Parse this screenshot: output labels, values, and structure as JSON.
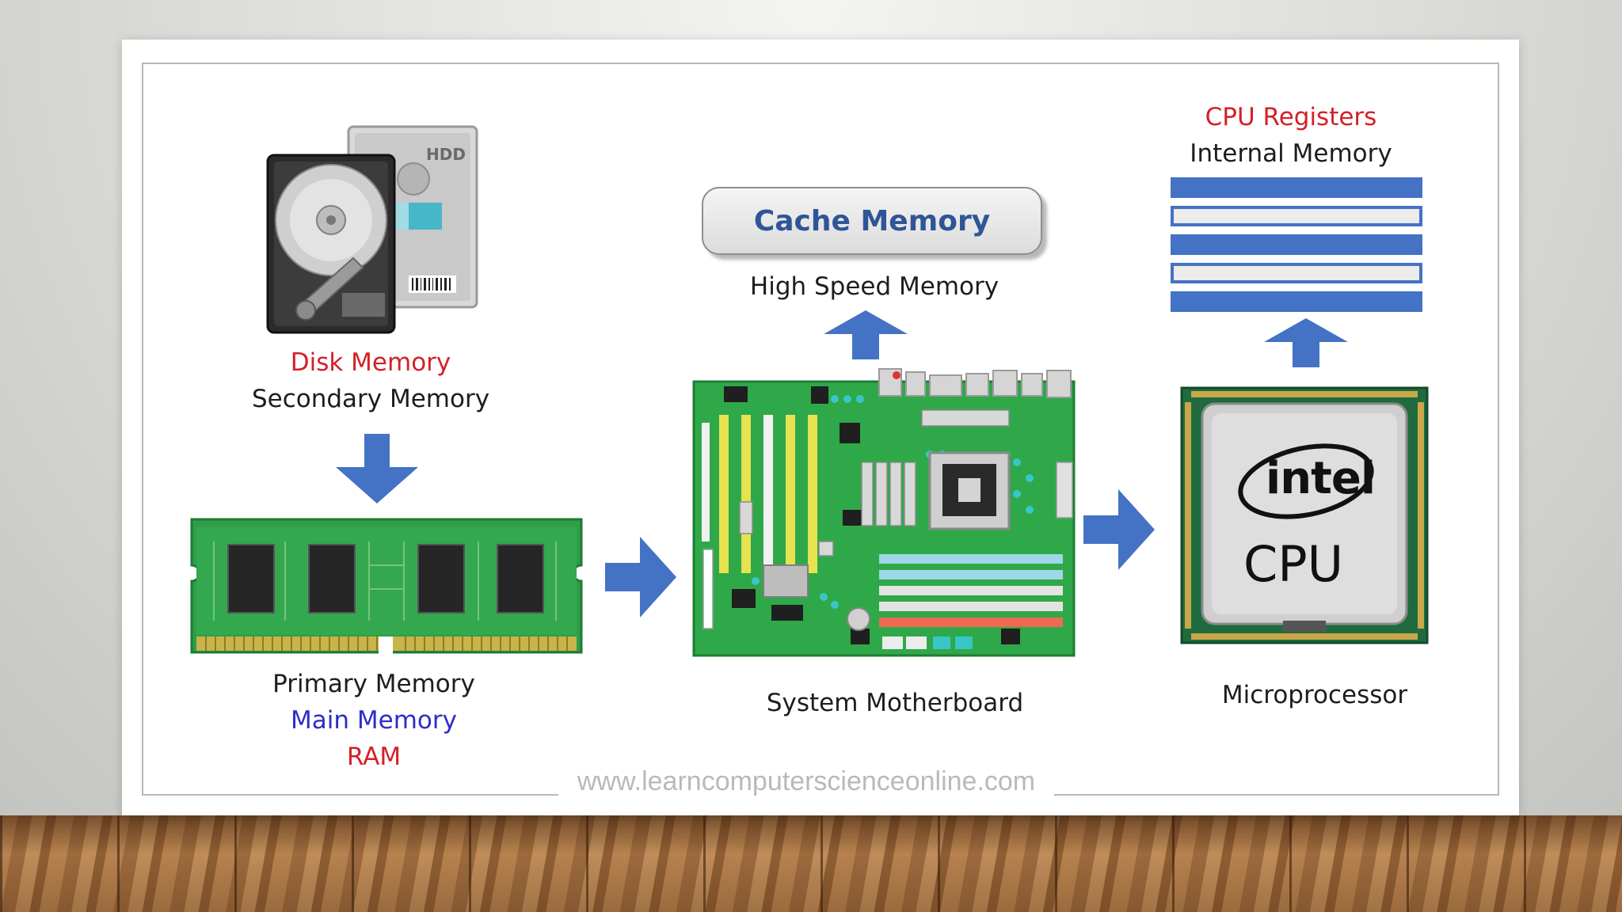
{
  "secondary": {
    "title": "Disk Memory",
    "subtitle": "Secondary  Memory",
    "hdd_label": "HDD"
  },
  "primary": {
    "line1": "Primary  Memory",
    "line2": "Main Memory",
    "line3": "RAM"
  },
  "cache": {
    "box_label": "Cache Memory",
    "caption": "High Speed Memory"
  },
  "motherboard": {
    "caption": "System Motherboard"
  },
  "registers": {
    "title": "CPU Registers",
    "subtitle": "Internal  Memory"
  },
  "cpu": {
    "brand": "intel",
    "chip_label": "CPU",
    "caption": "Microprocessor"
  },
  "watermark": "www.learncomputerscienceonline.com",
  "colors": {
    "arrow": "#4472c4",
    "red_text": "#d42027",
    "blue_text": "#2b2ec8",
    "cache_text": "#2f5597",
    "pcb_green": "#2e9e48"
  }
}
